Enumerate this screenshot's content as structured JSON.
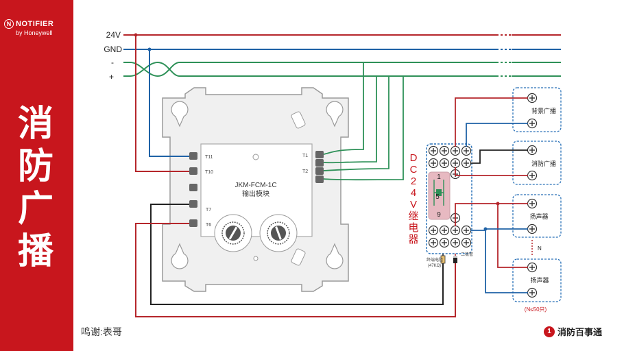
{
  "sidebar": {
    "brand_name": "NOTIFIER",
    "brand_mark": "N",
    "brand_sub": "by Honeywell",
    "title_chars": [
      "消",
      "防",
      "广",
      "播"
    ]
  },
  "bus": {
    "label_24v": "24V",
    "label_gnd": "GND",
    "label_minus": "-",
    "label_plus": "+"
  },
  "module": {
    "model": "JKM-FCM-1C",
    "name": "输出模块",
    "terminals_left": [
      "T11",
      "T10",
      "T7",
      "T6"
    ],
    "terminals_right": [
      "T1",
      "T2"
    ]
  },
  "relay": {
    "label_chars": [
      "D",
      "C",
      "2",
      "4",
      "V",
      "继",
      "电",
      "器"
    ],
    "pin_top": "1",
    "pin_mid": "5",
    "pin_bottom": "9",
    "resistor_label": "终端电阻",
    "resistor_value": "(47KΩ)",
    "diode_label": "二极管"
  },
  "loads": {
    "bg_broadcast": "背景广播",
    "fire_broadcast": "消防广播",
    "speaker_1": "扬声器",
    "speaker_2": "扬声器",
    "n_label": "N",
    "n_limit": "(N≤50只)"
  },
  "footer": {
    "credit": "鸣谢:表哥",
    "logo_text": "消防百事通",
    "logo_mark": "1"
  },
  "colors": {
    "red_wire": "#b5262b",
    "blue_wire": "#1f62a6",
    "green_wire": "#2e9158",
    "black_wire": "#222222",
    "sidebar": "#c8161d",
    "relay_box": "#2a72b8"
  }
}
